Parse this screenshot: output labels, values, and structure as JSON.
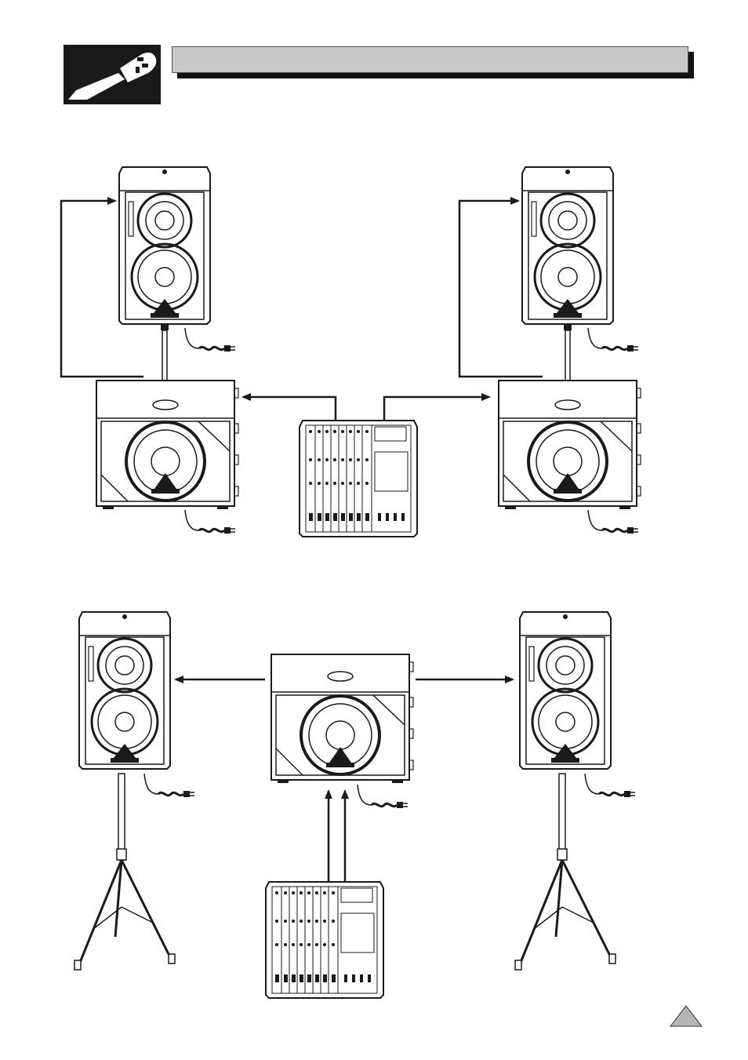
{
  "header": {
    "logo_icon": "xlr-connector-icon",
    "title": ""
  },
  "diagrams": [
    {
      "id": "setup-1",
      "description_items": [
        "top-speaker-left",
        "subwoofer-left",
        "mixer",
        "subwoofer-right",
        "top-speaker-right"
      ]
    },
    {
      "id": "setup-2",
      "description_items": [
        "speaker-left-on-tripod",
        "subwoofer-center",
        "mixer",
        "speaker-right-on-tripod"
      ]
    }
  ],
  "colors": {
    "line": "#1a1a1a",
    "panel_gray": "#c8c8c8",
    "marker_gray": "#b5b5b5"
  },
  "icons": [
    "xlr-connector-icon",
    "power-plug-icon",
    "arrow-icon",
    "page-marker-triangle-icon"
  ]
}
